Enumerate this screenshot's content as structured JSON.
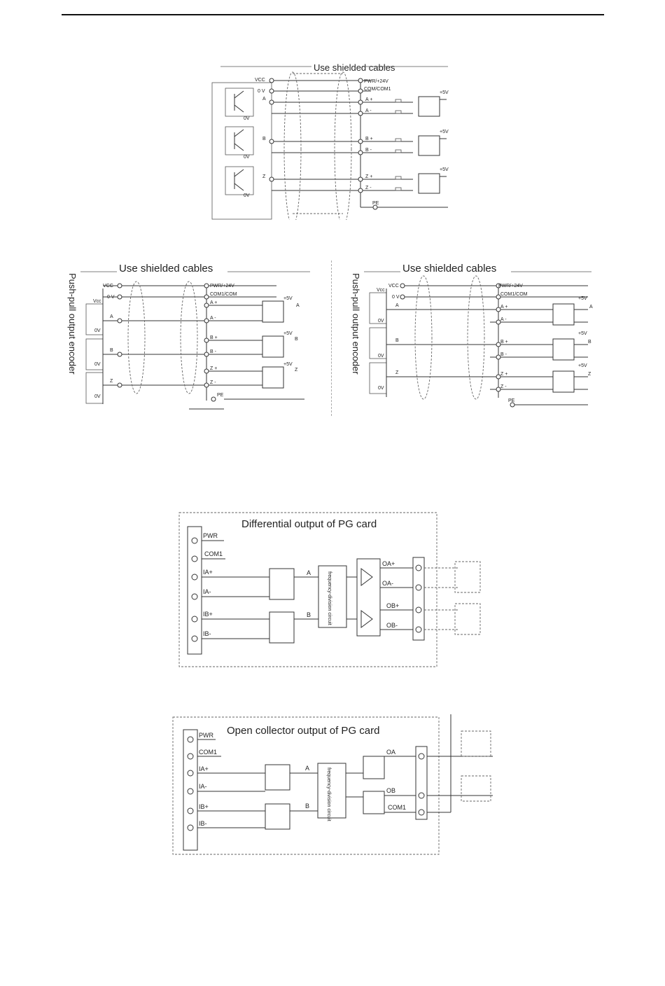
{
  "diagram1": {
    "title": "Use shielded cables",
    "terminals": [
      "PWR/+24V",
      "COM/COM1",
      "A +",
      "A -",
      "B +",
      "B -",
      "Z +",
      "Z -",
      "PE"
    ],
    "left_labels": [
      "VCC",
      "0 V",
      "A",
      "0V",
      "B",
      "0V",
      "Z",
      "0V"
    ],
    "channels": [
      {
        "supply": "+5V",
        "name": "A"
      },
      {
        "supply": "+5V",
        "name": "B"
      },
      {
        "supply": "+5V",
        "name": "Z"
      }
    ]
  },
  "diagram2": {
    "title": "Use shielded cables",
    "side_label": "Push-pull output encoder",
    "terminals": [
      "PWR/+24V",
      "COM1/COM",
      "A +",
      "A -",
      "B +",
      "B -",
      "Z +",
      "Z -",
      "PE"
    ],
    "left_labels": [
      "VCC",
      "0 V",
      "Vcc",
      "A",
      "0V",
      "B",
      "0V",
      "Z",
      "0V"
    ],
    "channels": [
      {
        "supply": "+5V",
        "name": "A"
      },
      {
        "supply": "+5V",
        "name": "B"
      },
      {
        "supply": "+5V",
        "name": "Z"
      }
    ]
  },
  "diagram3": {
    "title": "Use shielded cables",
    "side_label": "Push-pull output encoder",
    "terminals": [
      "PWR/+24V",
      "COM1/COM",
      "A +",
      "A -",
      "B +",
      "B -",
      "Z +",
      "Z -",
      "PE"
    ],
    "left_labels": [
      "VCC",
      "0 V",
      "Vcc",
      "A",
      "0V",
      "B",
      "0V",
      "Z",
      "0V"
    ],
    "channels": [
      {
        "supply": "+5V",
        "name": "A"
      },
      {
        "supply": "+5V",
        "name": "B"
      },
      {
        "supply": "+5V",
        "name": "Z"
      }
    ]
  },
  "diagram4": {
    "title": "Differential output of PG card",
    "inputs": [
      "PWR",
      "COM1",
      "IA+",
      "IA-",
      "IB+",
      "IB-"
    ],
    "signals": [
      "A",
      "B"
    ],
    "block_label": "frequency-division circuit",
    "outputs": [
      "OA+",
      "OA-",
      "OB+",
      "OB-"
    ]
  },
  "diagram5": {
    "title": "Open collector output of PG card",
    "inputs": [
      "PWR",
      "COM1",
      "IA+",
      "IA-",
      "IB+",
      "IB-"
    ],
    "signals": [
      "A",
      "B"
    ],
    "block_label": "frequency-division circuit",
    "outputs": [
      "OA",
      "OB",
      "COM1"
    ]
  }
}
